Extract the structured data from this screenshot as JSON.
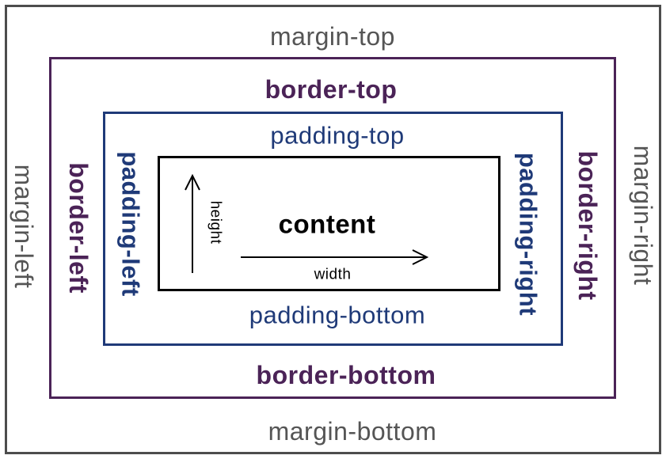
{
  "margin": {
    "top": "margin-top",
    "right": "margin-right",
    "bottom": "margin-bottom",
    "left": "margin-left"
  },
  "border": {
    "top": "border-top",
    "right": "border-right",
    "bottom": "border-bottom",
    "left": "border-left"
  },
  "padding": {
    "top": "padding-top",
    "right": "padding-right",
    "bottom": "padding-bottom",
    "left": "padding-left"
  },
  "content": {
    "label": "content",
    "width_label": "width",
    "height_label": "height"
  },
  "colors": {
    "margin": "#4d4d4d",
    "border": "#4b2357",
    "padding": "#1f3a78",
    "content": "#000000"
  }
}
